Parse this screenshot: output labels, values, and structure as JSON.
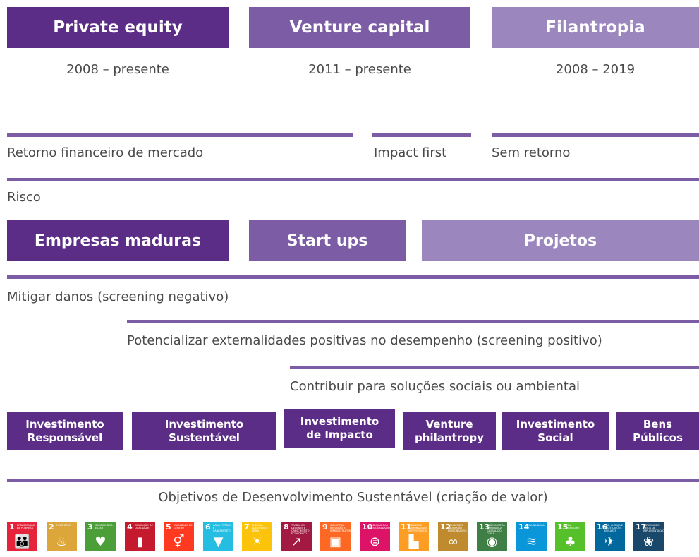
{
  "categories": [
    {
      "label": "Private equity",
      "period": "2008 – presente"
    },
    {
      "label": "Venture capital",
      "period": "2011 – presente"
    },
    {
      "label": "Filantropia",
      "period": "2008 – 2019"
    }
  ],
  "returns": {
    "market": "Retorno financeiro de mercado",
    "impact_first": "Impact first",
    "no_return": "Sem retorno"
  },
  "risk_label": "Risco",
  "stages": {
    "mature": "Empresas maduras",
    "startups": "Start ups",
    "projects": "Projetos"
  },
  "objectives": {
    "mitigate": "Mitigar danos (screening negativo)",
    "leverage": "Potencializar externalidades positivas no desempenho (screening positivo)",
    "contribute": "Contribuir para soluções sociais ou ambientai"
  },
  "investment_types": [
    {
      "line1": "Investimento",
      "line2": "Responsável"
    },
    {
      "line1": "Investimento",
      "line2": "Sustentável"
    },
    {
      "line1": "Investimento",
      "line2": "de Impacto"
    },
    {
      "line1": "Venture",
      "line2": "philantropy"
    },
    {
      "line1": "Investimento",
      "line2": "Social"
    },
    {
      "line1": "Bens",
      "line2": "Públicos"
    }
  ],
  "sdg_label": "Objetivos de Desenvolvimento Sustentável (criação de valor)",
  "sdgs": [
    {
      "number": "1",
      "title": "ERRADICAÇÃO DA POBREZA",
      "color": "#e5243b",
      "icon": "people-icon"
    },
    {
      "number": "2",
      "title": "FOME ZERO",
      "color": "#dda63a",
      "icon": "bowl-icon"
    },
    {
      "number": "3",
      "title": "SAÚDE E BEM-ESTAR",
      "color": "#4c9f38",
      "icon": "heartbeat-icon"
    },
    {
      "number": "4",
      "title": "EDUCAÇÃO DE QUALIDADE",
      "color": "#c5192d",
      "icon": "book-icon"
    },
    {
      "number": "5",
      "title": "IGUALDADE DE GÊNERO",
      "color": "#ff3a21",
      "icon": "gender-icon"
    },
    {
      "number": "6",
      "title": "ÁGUA POTÁVEL E SANEAMENTO",
      "color": "#26bde2",
      "icon": "water-icon"
    },
    {
      "number": "7",
      "title": "ENERGIA ACESSÍVEL E LIMPA",
      "color": "#fcc30b",
      "icon": "sun-icon"
    },
    {
      "number": "8",
      "title": "TRABALHO DECENTE E CRESCIMENTO ECONÔMICO",
      "color": "#a21942",
      "icon": "growth-icon"
    },
    {
      "number": "9",
      "title": "INDÚSTRIA, INOVAÇÃO E INFRAESTRUTURA",
      "color": "#fd6925",
      "icon": "cubes-icon"
    },
    {
      "number": "10",
      "title": "REDUÇÃO DAS DESIGUALDADES",
      "color": "#dd1367",
      "icon": "equal-icon"
    },
    {
      "number": "11",
      "title": "CIDADES E COMUNIDADES SUSTENTÁVEIS",
      "color": "#fd9d24",
      "icon": "city-icon"
    },
    {
      "number": "12",
      "title": "CONSUMO E PRODUÇÃO RESPONSÁVEIS",
      "color": "#bf8b2e",
      "icon": "infinity-icon"
    },
    {
      "number": "13",
      "title": "AÇÃO CONTRA A MUDANÇA GLOBAL DO CLIMA",
      "color": "#3f7e44",
      "icon": "eye-icon"
    },
    {
      "number": "14",
      "title": "VIDA NA ÁGUA",
      "color": "#0a97d9",
      "icon": "fish-icon"
    },
    {
      "number": "15",
      "title": "VIDA TERRESTRE",
      "color": "#56c02b",
      "icon": "tree-icon"
    },
    {
      "number": "16",
      "title": "PAZ, JUSTIÇA E INSTITUIÇÕES EFICAZES",
      "color": "#00689d",
      "icon": "dove-icon"
    },
    {
      "number": "17",
      "title": "PARCERIAS E MEIOS DE IMPLEMENTAÇÃO",
      "color": "#19486a",
      "icon": "rings-icon"
    }
  ]
}
